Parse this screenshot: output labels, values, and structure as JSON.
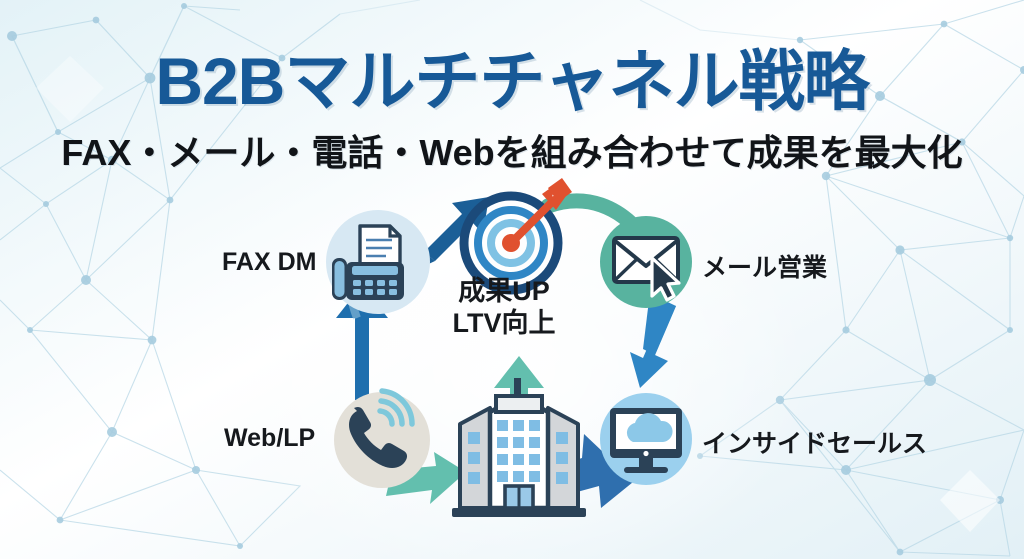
{
  "header": {
    "title": "B2Bマルチチャネル戦略",
    "subtitle": "FAX・メール・電話・Webを組み合わせて成果を最大化",
    "title_color": "#175997",
    "subtitle_color": "#111418"
  },
  "diagram": {
    "type": "cycle",
    "center": {
      "icon": "target-arrow-icon",
      "line1": "成果UP",
      "line2": "LTV向上"
    },
    "bottom_icon": "office-building-icon",
    "nodes": [
      {
        "id": "fax-dm",
        "label": "FAX DM",
        "icon": "fax-machine-icon",
        "circle_color": "#d7e8f3",
        "position": "top-left"
      },
      {
        "id": "mail-sales",
        "label": "メール営業",
        "icon": "envelope-cursor-icon",
        "circle_color": "#58b39f",
        "position": "top-right"
      },
      {
        "id": "inside-sales",
        "label": "インサイドセールス",
        "icon": "monitor-cloud-icon",
        "circle_color": "#9bd0ee",
        "position": "bottom-right"
      },
      {
        "id": "web-lp",
        "label": "Web/LP",
        "icon": "phone-ringing-icon",
        "circle_color": "#e3e0d8",
        "position": "bottom-left"
      }
    ],
    "arrows": [
      {
        "id": "web-to-fax",
        "color": "#1f6fae",
        "direction": "up"
      },
      {
        "id": "fax-to-center",
        "color": "#1f6fae",
        "direction": "up-right"
      },
      {
        "id": "center-to-mail",
        "color": "#58b39f",
        "direction": "right"
      },
      {
        "id": "mail-to-inside",
        "color": "#2f86c5",
        "direction": "down"
      },
      {
        "id": "inside-to-building",
        "color": "#2f6fae",
        "direction": "down-left"
      },
      {
        "id": "building-to-web",
        "color": "#63bfae",
        "direction": "left"
      },
      {
        "id": "building-up",
        "color": "#63bfae",
        "direction": "up"
      }
    ],
    "palette": {
      "deep_blue": "#1f4f7a",
      "mid_blue": "#2f86c5",
      "light_blue": "#9bd0ee",
      "teal": "#58b39f",
      "accent_red": "#e0512f",
      "dark_navy": "#2b4257"
    }
  }
}
